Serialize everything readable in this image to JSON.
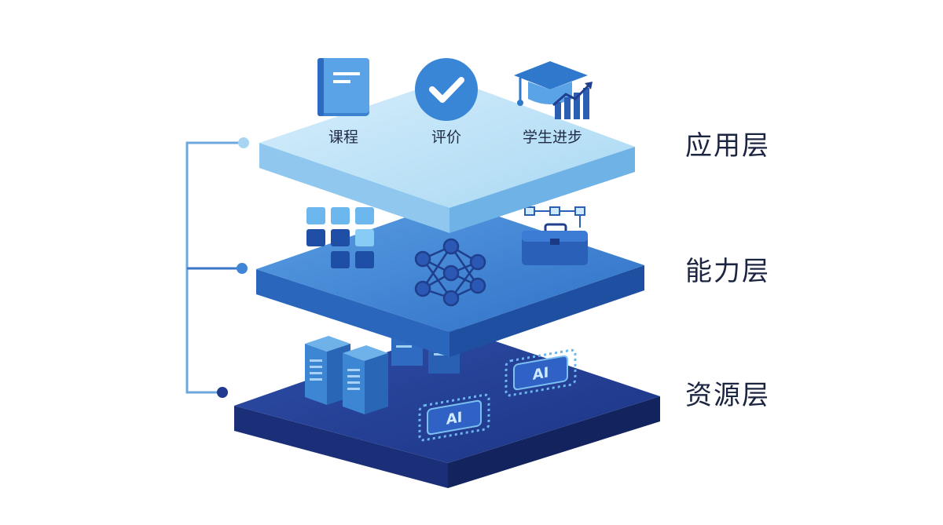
{
  "layers": [
    {
      "label": "应用层",
      "color": "#bfe3f6"
    },
    {
      "label": "能力层",
      "color": "#3f86d6"
    },
    {
      "label": "资源层",
      "color": "#243f94"
    }
  ],
  "app_items": [
    {
      "label": "课程",
      "icon": "book-icon"
    },
    {
      "label": "评价",
      "icon": "checkmark-icon"
    },
    {
      "label": "学生进步",
      "icon": "graduation-cap-chart-icon"
    }
  ],
  "capability_icons": [
    "blocks-grid-icon",
    "neural-network-icon",
    "toolbox-workflow-icon"
  ],
  "resource_icons": [
    "server-rack-icon",
    "ai-chip-icon"
  ],
  "chips": [
    {
      "text": "AI"
    },
    {
      "text": "AI"
    }
  ],
  "colors": {
    "connector_light": "#8ec8ec",
    "connector_mid": "#3a77c9",
    "connector_dark": "#233a8c"
  }
}
